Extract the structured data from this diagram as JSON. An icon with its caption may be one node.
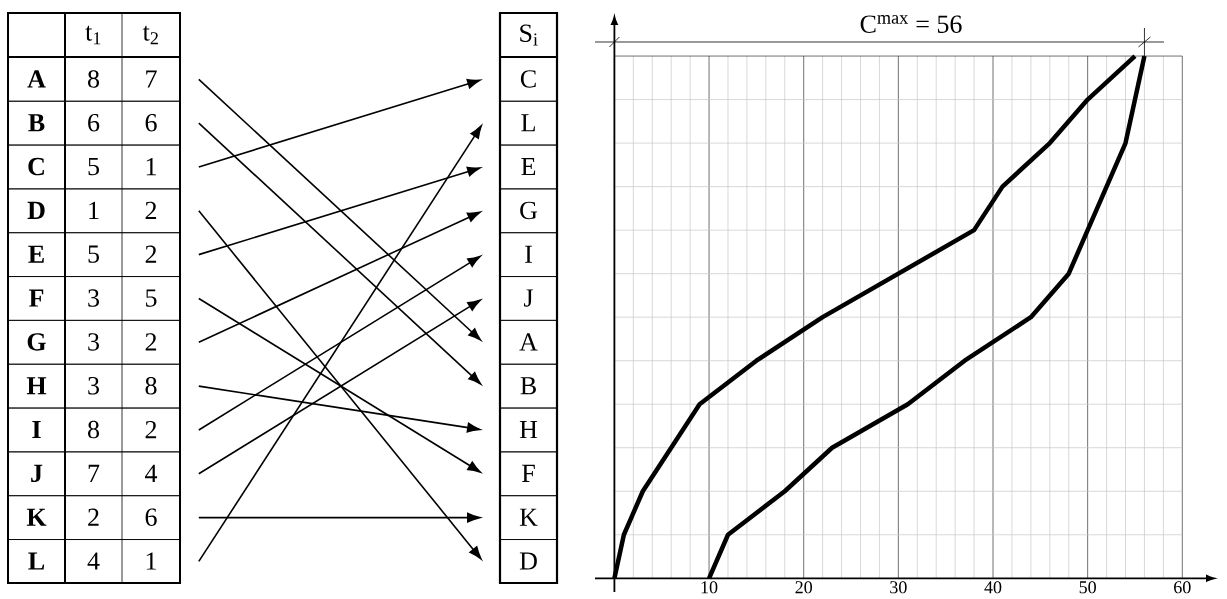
{
  "diagram": {
    "nodes": [
      {
        "text": [
          "A",
          "8",
          "7"
        ]
      },
      {
        "text": [
          "B",
          "6",
          "6"
        ]
      },
      {
        "text": [
          "C",
          "5",
          "1"
        ]
      },
      {
        "text": [
          "D",
          "1",
          "2"
        ]
      },
      {
        "text": [
          "E",
          "5",
          "2"
        ]
      },
      {
        "text": [
          "F",
          "3",
          "5"
        ]
      },
      {
        "text": [
          "G",
          "3",
          "2"
        ]
      },
      {
        "text": [
          "H",
          "3",
          "8"
        ]
      },
      {
        "text": [
          "I",
          "8",
          "2"
        ]
      },
      {
        "text": [
          "J",
          "7",
          "4"
        ]
      },
      {
        "text": [
          "K",
          "2",
          "6"
        ]
      },
      {
        "text": [
          "L",
          "4",
          "1"
        ]
      },
      {
        "text": [
          "C"
        ]
      },
      {
        "text": [
          "L"
        ]
      },
      {
        "text": [
          "E"
        ]
      },
      {
        "text": [
          "G"
        ]
      },
      {
        "text": [
          "I"
        ]
      },
      {
        "text": [
          "J"
        ]
      },
      {
        "text": [
          "A"
        ]
      },
      {
        "text": [
          "B"
        ]
      },
      {
        "text": [
          "H"
        ]
      },
      {
        "text": [
          "F"
        ]
      },
      {
        "text": [
          "K"
        ]
      },
      {
        "text": [
          "D"
        ]
      }
    ],
    "edges": [
      {
        "from": 0,
        "to": 18,
        "arrow": "to"
      },
      {
        "from": 1,
        "to": 19,
        "arrow": "to"
      },
      {
        "from": 2,
        "to": 12,
        "arrow": "to"
      },
      {
        "from": 3,
        "to": 23,
        "arrow": "to"
      },
      {
        "from": 4,
        "to": 14,
        "arrow": "to"
      },
      {
        "from": 5,
        "to": 21,
        "arrow": "to"
      },
      {
        "from": 6,
        "to": 15,
        "arrow": "to"
      },
      {
        "from": 7,
        "to": 20,
        "arrow": "to"
      },
      {
        "from": 8,
        "to": 16,
        "arrow": "to"
      },
      {
        "from": 9,
        "to": 17,
        "arrow": "to"
      },
      {
        "from": 10,
        "to": 22,
        "arrow": "to"
      },
      {
        "from": 11,
        "to": 13,
        "arrow": "to"
      }
    ],
    "labels": [
      "t$_{1}$",
      "t$_{2}$",
      "S$_{i}$",
      "C$^{max}$ = 56",
      "10",
      "20",
      "30",
      "40",
      "50",
      "60"
    ]
  }
}
